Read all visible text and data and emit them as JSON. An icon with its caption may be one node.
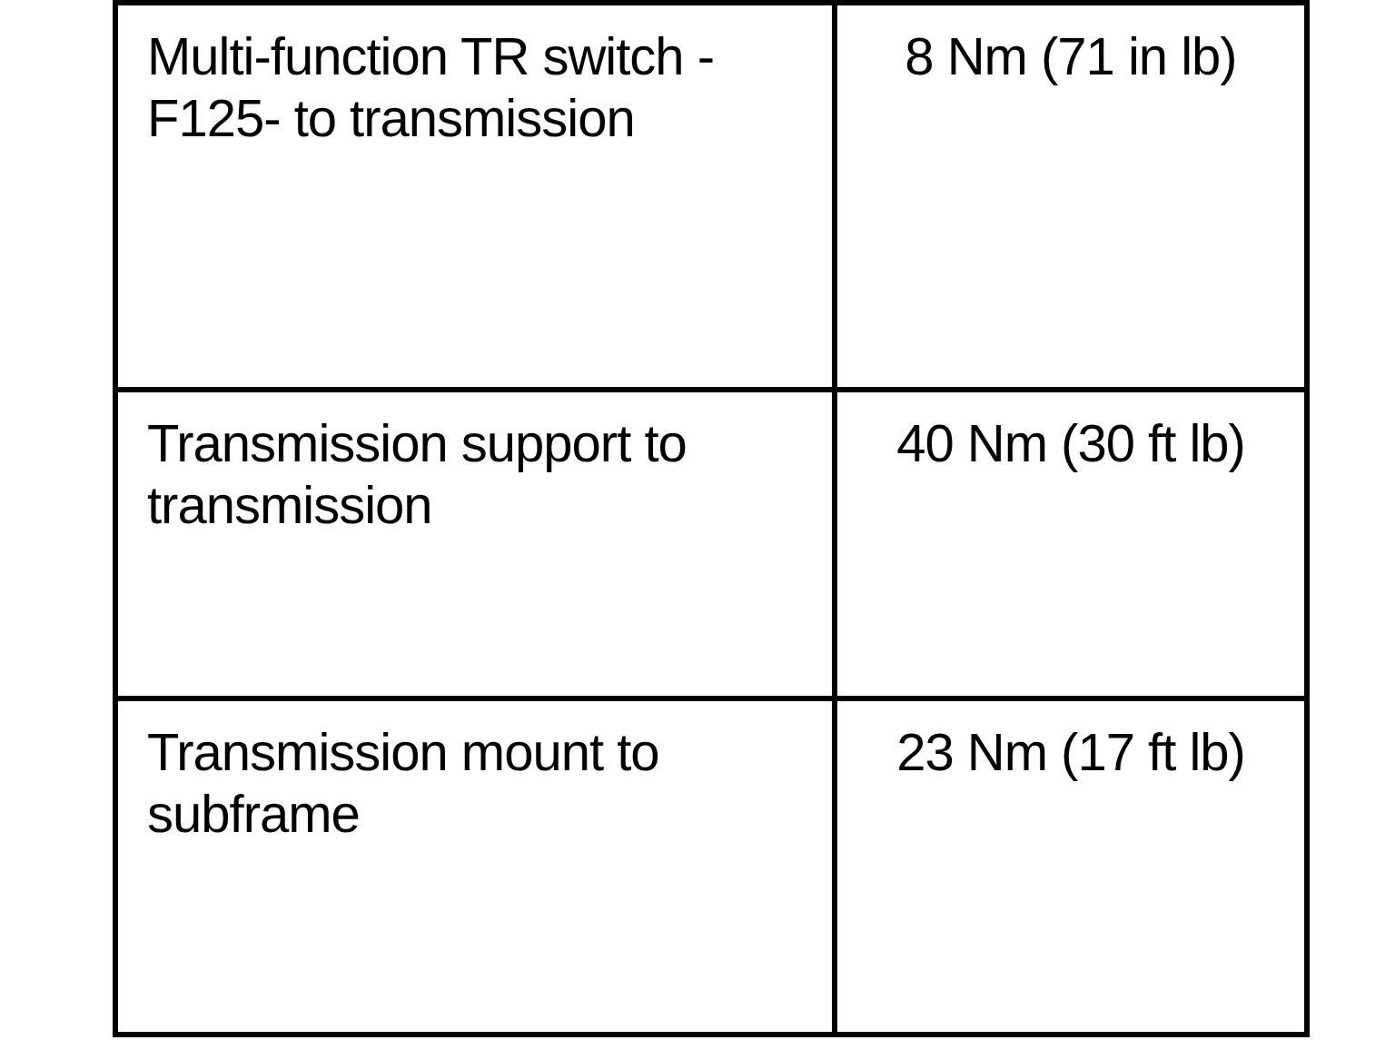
{
  "diagram": {
    "labels": [
      "Multi-function TR switch -F125- to transmission",
      "8 Nm (71 in lb)",
      "Transmission support to transmission",
      "40 Nm (30 ft lb)",
      "Transmission mount to subframe",
      "23 Nm (17 ft lb)"
    ]
  }
}
